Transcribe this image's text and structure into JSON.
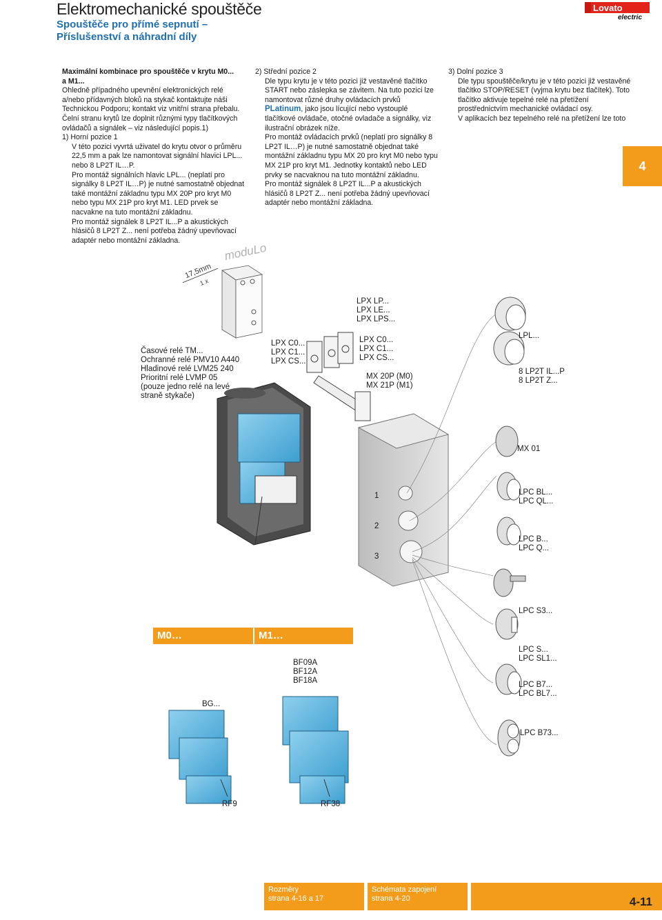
{
  "header": {
    "title": "Elektromechanické spouštěče",
    "subtitle1": "Spouštěče pro přímé sepnutí –",
    "subtitle2": "Příslušenství a náhradní díly",
    "logo_brand": "Lovato",
    "logo_sub": "electric"
  },
  "section_tab": "4",
  "col1": {
    "heading1": "Maximální kombinace pro spouštěče v krytu M0...",
    "heading2": "a M1...",
    "para1": "Ohledně případného upevnění elektronických relé a/nebo přídavných bloků na stykač kontaktujte náši Technickou Podporu; kontakt viz vnitřní strana přebalu.",
    "para2": "Čelní stranu krytů lze doplnit různými typy tlačítkových ovládačů a signálek – viz následující popis.1)",
    "item1_title": "1)  Horní pozice 1",
    "item1_text": "V této pozici vyvrtá uživatel do krytu otvor o průměru 22,5 mm a pak lze namontovat signální hlavici LPL... nebo 8 LP2T IL…P.\nPro montáž signálních hlavic LPL... (neplatí pro signálky 8 LP2T IL…P) je nutné samostatně objednat také montážní základnu typu MX 20P pro kryt M0 nebo typu MX 21P pro kryt M1. LED prvek se nacvakne na tuto montážní základnu.\nPro montáž signálek 8 LP2T IL...P a akustických hlásičů 8 LP2T Z... není potřeba žádný upevňovací adaptér nebo montážní základna."
  },
  "col2": {
    "item2_title": "2)  Střední pozice 2",
    "item2_text_a": "Dle typu krytu je v této pozici již vestavěné tlačítko START nebo záslepka se závitem. Na tuto pozici lze namontovat různé druhy ovládacích prvků ",
    "platinum_brand": "PLatinum",
    "item2_text_b": ", jako jsou lícující nebo vystouplé tlačítkové ovládače, otočné ovladače a signálky, viz ilustrační obrázek níže.\nPro montáž ovládacích prvků (neplatí pro signálky 8 LP2T IL…P) je nutné samostatně objednat také montážní základnu typu MX 20 pro kryt M0 nebo typu MX 21P pro kryt M1. Jednotky kontaktů nebo LED prvky se nacvaknou na tuto montážní základnu.\nPro montáž signálek 8 LP2T IL...P a akustických hlásičů 8 LP2T Z... není potřeba žádný upevňovací adaptér nebo montážní základna."
  },
  "col3": {
    "item3_title": "3)  Dolní pozice 3",
    "item3_text": "Dle typu spouštěče/krytu je v této pozici již vestavěné tlačítko STOP/RESET (vyjma krytu bez tlačítek). Toto tlačítko aktivuje tepelné relé na přetížení prostřednictvím mechanické ovládací osy.\nV aplikacích bez tepelného relé na přetížení lze toto"
  },
  "figure": {
    "modulo_brand": "moduLo",
    "din_width": "17,5mm",
    "din_count": "1 x",
    "relay_labels": "Časové relé TM...\nOchranné relé PMV10 A440\nHladinové relé LVM25 240\nPrioritní relé LVMP 05\n(pouze jedno relé na levé\nstraně stykače)",
    "lpx_c0_left": "LPX C0...\nLPX C1...\nLPX CS...",
    "lpx_c0_right": "LPX C0...\nLPX C1...\nLPX CS...",
    "mx_base": "MX 20P (M0)\nMX 21P (M1)",
    "lpx_lp": "LPX LP...\nLPX LE...\nLPX LPS...",
    "lpl": "LPL...",
    "lp2t": "8 LP2T IL...P\n8 LP2T Z...",
    "mx01": "MX 01",
    "pos1": "1",
    "pos2": "2",
    "pos3": "3",
    "lpc_bl": "LPC BL...\nLPC QL...",
    "lpc_b": "LPC B...\nLPC Q...",
    "lpc_s3": "LPC S3...",
    "lpc_s": "LPC S...\nLPC SL1...",
    "lpc_b7": "LPC B7...\nLPC BL7...",
    "lpc_b73": "LPC B73...",
    "m0_label": "M0…",
    "m1_label": "M1…",
    "bg_label": "BG...",
    "bf_label": "BF09A\nBF12A\nBF18A",
    "rf9": "RF9",
    "rf38": "RF38"
  },
  "footer": {
    "dims": "Rozměry\nstrana 4-16 a 17",
    "schemes": "Schémata zapojení\nstrana 4-20",
    "page": "4-11"
  },
  "colors": {
    "accent": "#f39c1c",
    "heading_blue": "#1f6fb0",
    "device_blue": "#5fb6e0",
    "housing_grey": "#d8d8d8"
  }
}
